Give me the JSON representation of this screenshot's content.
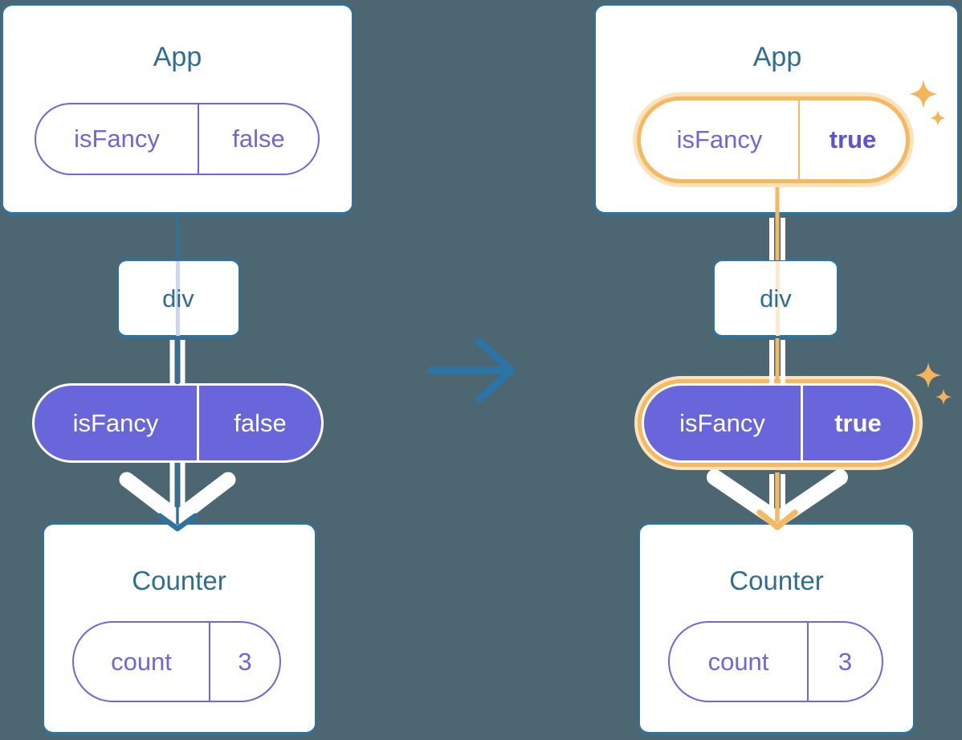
{
  "colors": {
    "bg": "#4D6772",
    "card-border": "#2E739E",
    "title": "#2F6D93",
    "purple": "#6D68D8",
    "purple-fill": "#6965DA",
    "purple-bold": "#5B53D6",
    "orange": "#F5B961",
    "peach": "#FAE3BD",
    "peach-line": "#FBE9CE",
    "lavender-line": "#CDD6F1",
    "arrow-blue": "#2C73A6",
    "white": "#FFFFFF"
  },
  "left": {
    "app_title": "App",
    "app_prop_key": "isFancy",
    "app_prop_value": "false",
    "div_label": "div",
    "passed_prop_key": "isFancy",
    "passed_prop_value": "false",
    "counter_title": "Counter",
    "state_key": "count",
    "state_value": "3"
  },
  "right": {
    "app_title": "App",
    "app_prop_key": "isFancy",
    "app_prop_value": "true",
    "div_label": "div",
    "passed_prop_key": "isFancy",
    "passed_prop_value": "true",
    "counter_title": "Counter",
    "state_key": "count",
    "state_value": "3"
  }
}
